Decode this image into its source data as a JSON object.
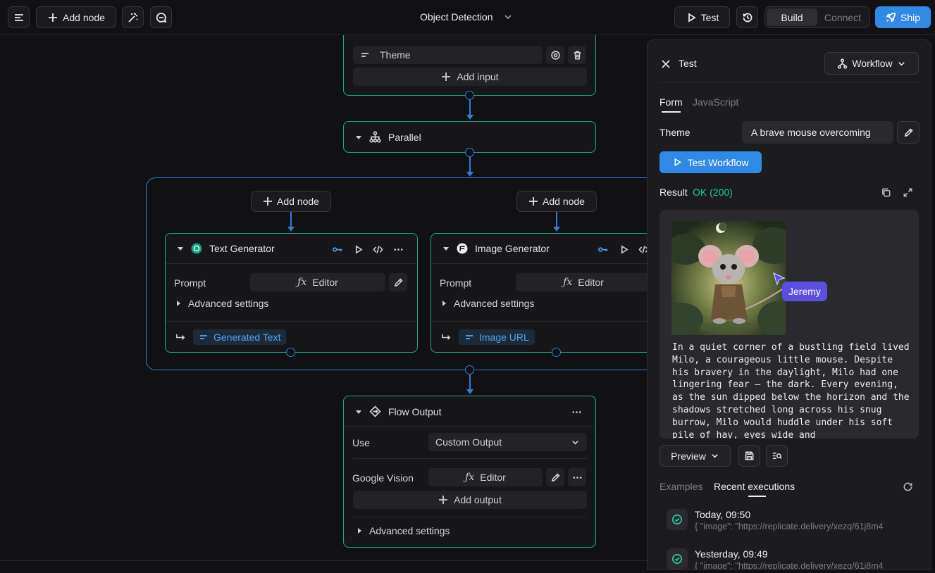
{
  "topbar": {
    "add_node_label": "Add node",
    "flow_title": "Object Detection",
    "test_label": "Test",
    "build_label": "Build",
    "connect_label": "Connect",
    "ship_label": "Ship"
  },
  "canvas": {
    "input_node": {
      "field_label": "Theme",
      "add_input_label": "Add input"
    },
    "parallel_node": {
      "title": "Parallel"
    },
    "branches": [
      {
        "add_node_label": "Add node",
        "title": "Text Generator",
        "prompt_label": "Prompt",
        "editor_label": "Editor",
        "advanced_label": "Advanced settings",
        "output_label": "Generated Text"
      },
      {
        "add_node_label": "Add node",
        "title": "Image Generator",
        "prompt_label": "Prompt",
        "editor_label": "Editor",
        "advanced_label": "Advanced settings",
        "output_label": "Image URL"
      }
    ],
    "output_node": {
      "title": "Flow Output",
      "use_label": "Use",
      "use_value": "Custom Output",
      "field_label": "Google Vision",
      "editor_label": "Editor",
      "add_output_label": "Add output",
      "advanced_label": "Advanced settings"
    }
  },
  "panel": {
    "title": "Test",
    "mode_label": "Workflow",
    "tabs": [
      "Form",
      "JavaScript"
    ],
    "theme_label": "Theme",
    "theme_value": "A brave mouse overcoming",
    "test_button": "Test Workflow",
    "result_label": "Result",
    "result_status": "OK (200)",
    "cursor_name": "Jeremy",
    "story": "In a quiet corner of a bustling field lived Milo, a courageous little mouse. Despite his bravery in the daylight, Milo had one lingering fear – the dark. Every evening, as the sun dipped below the horizon and the shadows stretched long across his snug burrow, Milo would huddle under his soft pile of hay, eyes wide and",
    "preview_label": "Preview",
    "bottom_tabs": [
      "Examples",
      "Recent executions"
    ],
    "executions": [
      {
        "time": "Today, 09:50",
        "payload": "{ \"image\": \"https://replicate.delivery/xezq/61j8m4"
      },
      {
        "time": "Yesterday, 09:49",
        "payload": "{ \"image\": \"https://replicate.delivery/xezq/61j8m4"
      }
    ],
    "colors": {
      "accent": "#2f8ae6",
      "ok": "#22c59a",
      "node_border": "#1fa88a",
      "cursor": "#5b4fe0"
    }
  }
}
